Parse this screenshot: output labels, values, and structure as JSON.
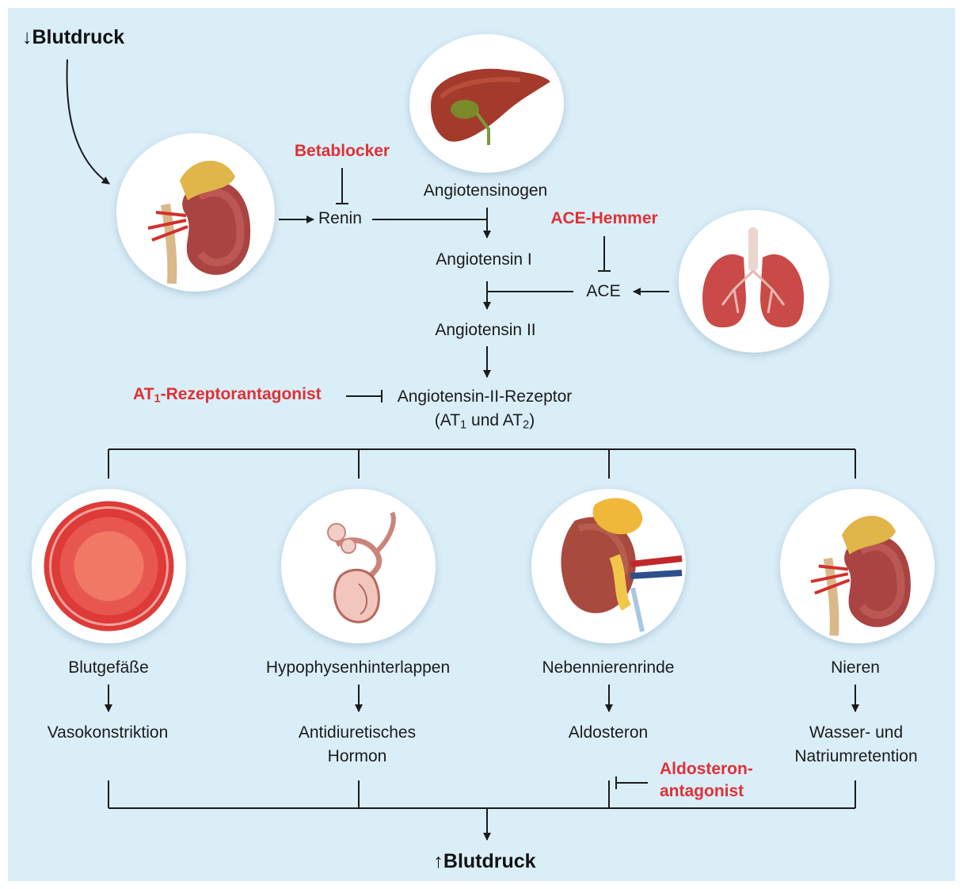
{
  "top": {
    "arrow": "↓",
    "label": "Blutdruck"
  },
  "bottom": {
    "arrow": "↑",
    "label": "Blutdruck"
  },
  "cascade": {
    "renin": "Renin",
    "angiotensinogen": "Angiotensinogen",
    "angiotensin1": "Angiotensin I",
    "ace": "ACE",
    "angiotensin2": "Angiotensin II",
    "receptor_line1": "Angiotensin-II-Rezeptor",
    "receptor_line2": {
      "open": "(AT",
      "sub1": "1",
      "mid": " und AT",
      "sub2": "2",
      "close": ")"
    }
  },
  "inhibitors": {
    "betablocker": "Betablocker",
    "ace_hemmer": "ACE-Hemmer",
    "at1": {
      "prefix": "AT",
      "sub": "1",
      "suffix": "-Rezeptorantagonist"
    },
    "aldosteron_line1": "Aldosteron-",
    "aldosteron_line2": "antagonist"
  },
  "organs": [
    {
      "name": "Blutgefäße",
      "effect_line1": "Vasokonstriktion",
      "effect_line2": ""
    },
    {
      "name": "Hypophysenhinterlappen",
      "effect_line1": "Antidiuretisches",
      "effect_line2": "Hormon"
    },
    {
      "name": "Nebennierenrinde",
      "effect_line1": "Aldosteron",
      "effect_line2": ""
    },
    {
      "name": "Nieren",
      "effect_line1": "Wasser- und",
      "effect_line2": "Natriumretention"
    }
  ],
  "icons": {
    "kidney_top": "kidney-icon",
    "liver": "liver-icon",
    "lungs": "lungs-icon",
    "vessel": "blood-vessel-icon",
    "pituitary": "pituitary-icon",
    "adrenal": "adrenal-gland-icon",
    "kidney_bottom": "kidney-icon"
  },
  "colors": {
    "background": "#daeef8",
    "inhibitor_red": "#e03036",
    "text": "#1b1b1b"
  }
}
